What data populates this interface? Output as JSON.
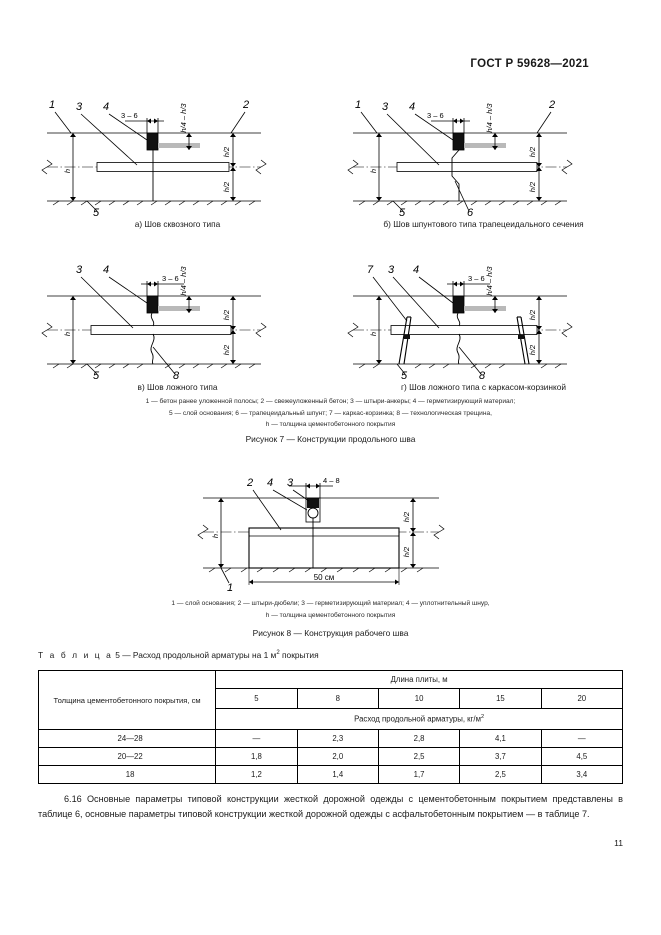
{
  "header": {
    "standard": "ГОСТ Р 59628—2021"
  },
  "figure7": {
    "caption": "Рисунок 7 — Конструкции продольного шва",
    "legend_line1": "1 — бетон ранее уложенной полосы; 2 — свежеуложенный бетон; 3 — штыри-анкеры; 4 — герметизирующий материал;",
    "legend_line2": "5 — слой основания; 6 — трапецеидальный шпунт; 7 — каркас-корзинка; 8 — технологическая трещина,",
    "legend_line3": "h — толщина цементобетонного покрытия",
    "panels": [
      {
        "caption": "а) Шов сквозного типа",
        "labels": {
          "l1": "1",
          "l2": "2",
          "l3": "3",
          "l4": "4",
          "l5": "5"
        },
        "dims": {
          "gap": "3 – 6",
          "depth": "h/4 – h/3",
          "upper": "h/2",
          "lower": "h/2",
          "total": "h"
        }
      },
      {
        "caption": "б) Шов шпунтового типа трапецеидального сечения",
        "labels": {
          "l1": "1",
          "l2": "2",
          "l3": "3",
          "l4": "4",
          "l5": "5",
          "l6": "6"
        },
        "dims": {
          "gap": "3 – 6",
          "depth": "h/4 – h/3",
          "upper": "h/2",
          "lower": "h/2",
          "total": "h"
        }
      },
      {
        "caption": "в) Шов ложного типа",
        "labels": {
          "l3": "3",
          "l4": "4",
          "l5": "5",
          "l8": "8"
        },
        "dims": {
          "gap": "3 – 6",
          "depth": "h/4 – h/3",
          "upper": "h/2",
          "lower": "h/2",
          "total": "h"
        }
      },
      {
        "caption": "г) Шов ложного типа с каркасом-корзинкой",
        "labels": {
          "l7": "7",
          "l3": "3",
          "l4": "4",
          "l5": "5",
          "l8": "8"
        },
        "dims": {
          "gap": "3 – 6",
          "depth": "h/4 – h/3",
          "upper": "h/2",
          "lower": "h/2",
          "total": "h"
        }
      }
    ]
  },
  "figure8": {
    "caption": "Рисунок 8 — Конструкция рабочего шва",
    "legend_line1": "1 — слой основания; 2 — штыри-дюбели; 3 — герметизирующий материал; 4 — уплотнительный шнур,",
    "legend_line2": "h — толщина цементобетонного покрытия",
    "labels": {
      "l1": "1",
      "l2": "2",
      "l3": "3",
      "l4": "4"
    },
    "dims": {
      "gap": "4 – 8",
      "upper": "h/2",
      "lower": "h/2",
      "total": "h",
      "width": "50 см"
    }
  },
  "table5": {
    "title_prefix": "Т а б л и ц а",
    "title_number": "5",
    "title_rest_a": "— Расход продольной арматуры на 1 м",
    "title_sup": "2",
    "title_rest_b": " покрытия",
    "row_header": "Толщина цементобетонного покрытия, см",
    "span_header": "Длина плиты, м",
    "unit_header_a": "Расход продольной арматуры, кг/м",
    "unit_header_sup": "2",
    "columns": [
      "5",
      "8",
      "10",
      "15",
      "20"
    ],
    "rows": [
      {
        "thickness": "24—28",
        "values": [
          "—",
          "2,3",
          "2,8",
          "4,1",
          "—"
        ]
      },
      {
        "thickness": "20—22",
        "values": [
          "1,8",
          "2,0",
          "2,5",
          "3,7",
          "4,5"
        ]
      },
      {
        "thickness": "18",
        "values": [
          "1,2",
          "1,4",
          "1,7",
          "2,5",
          "3,4"
        ]
      }
    ]
  },
  "body": {
    "paragraph": "6.16 Основные параметры типовой конструкции жесткой дорожной одежды с цементобетонным покрытием представлены в таблице 6, основные параметры типовой конструкции жесткой дорожной одежды с асфальтобетонным покрытием — в таблице 7."
  },
  "footer": {
    "page_number": "11"
  }
}
